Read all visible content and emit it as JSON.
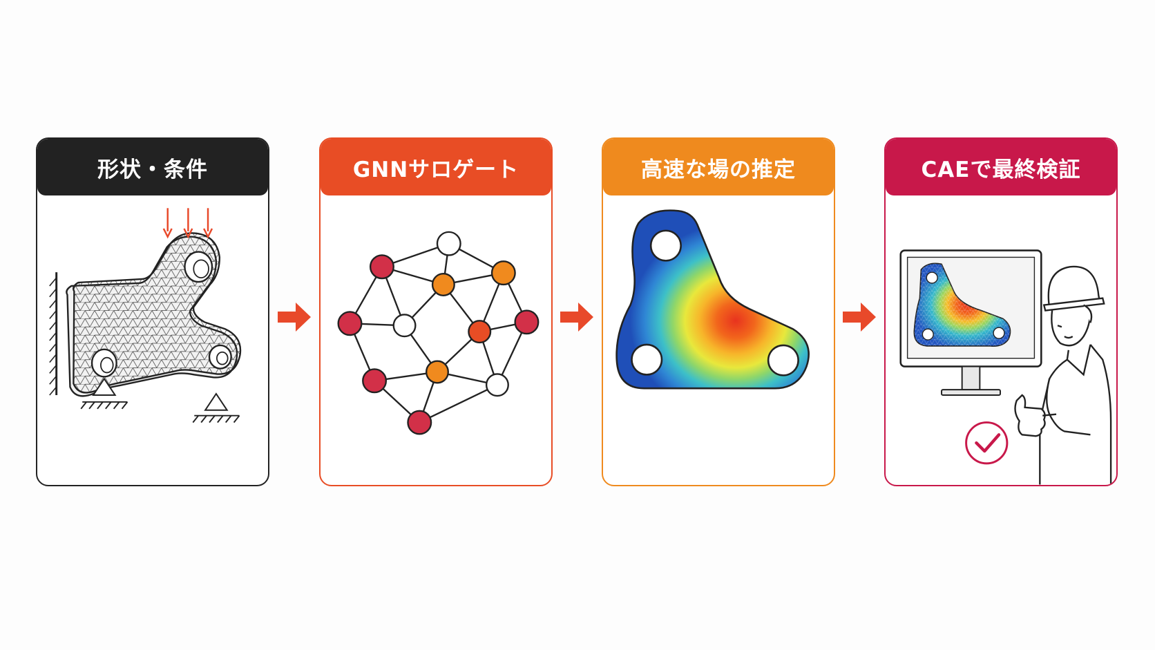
{
  "steps": [
    {
      "title": "形状・条件",
      "header_color": "#222222",
      "border_color": "#222222"
    },
    {
      "title": "GNNサロゲート",
      "header_color": "#e84d25",
      "border_color": "#e84d25"
    },
    {
      "title": "高速な場の推定",
      "header_color": "#ef8a1e",
      "border_color": "#ef8a1e"
    },
    {
      "title": "CAEで最終検証",
      "header_color": "#c8184a",
      "border_color": "#c8184a"
    }
  ],
  "colors": {
    "arrow": "#e8492a",
    "load_arrow": "#e8492a",
    "node_red": "#d23048",
    "node_orange": "#f08a1e",
    "node_white": "#ffffff",
    "check": "#c8184a"
  }
}
